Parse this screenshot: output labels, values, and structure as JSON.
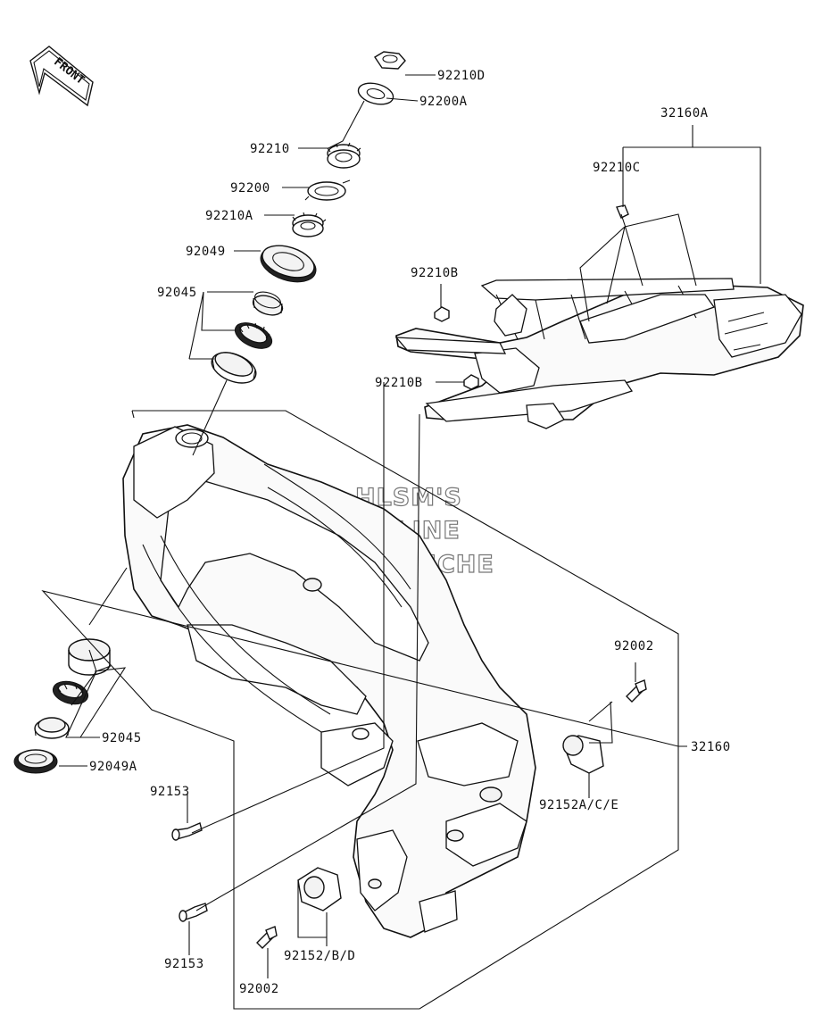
{
  "front_badge": "FRONT",
  "watermark": [
    "HLSM'S",
    "ONLINE",
    "MICROFICHE"
  ],
  "labels": {
    "p92210D": "92210D",
    "p92200A": "92200A",
    "p92210": "92210",
    "p92200": "92200",
    "p92210A": "92210A",
    "p92049": "92049",
    "p92045_top": "92045",
    "p32160A": "32160A",
    "p92210C": "92210C",
    "p92210B_1": "92210B",
    "p92210B_2": "92210B",
    "p92002_right": "92002",
    "p32160": "32160",
    "p92152ACE": "92152A/C/E",
    "p92045_bottom": "92045",
    "p92049A": "92049A",
    "p92153_1": "92153",
    "p92153_2": "92153",
    "p92152BD": "92152/B/D",
    "p92002_bottom": "92002"
  }
}
